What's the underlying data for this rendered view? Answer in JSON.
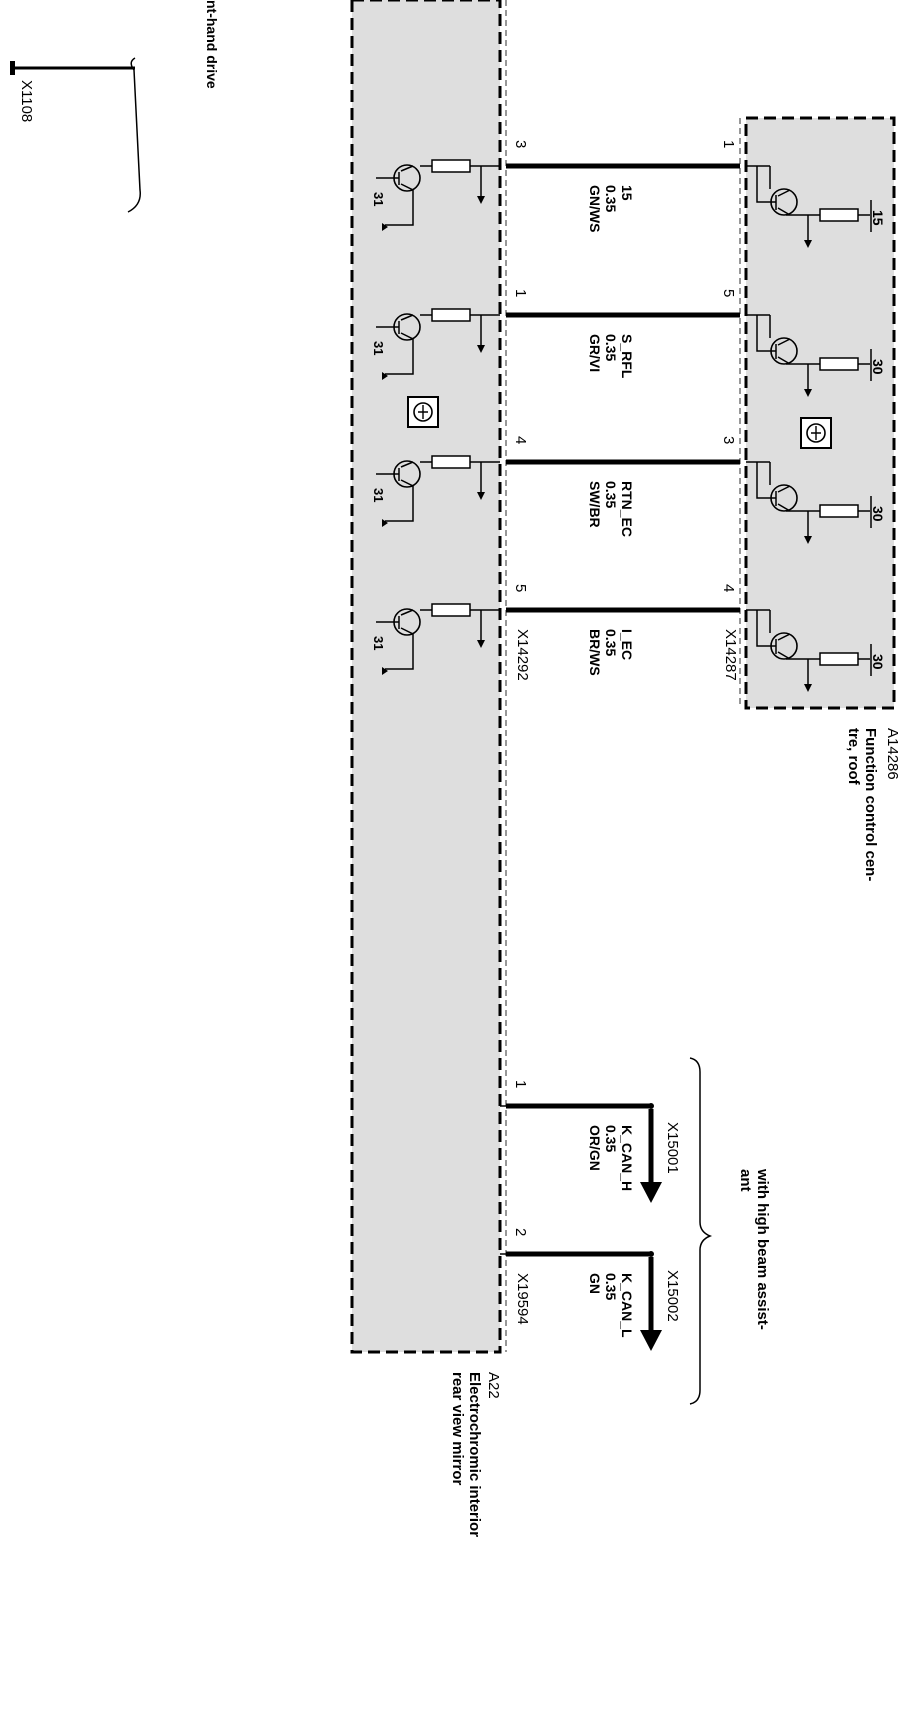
{
  "left_edge": {
    "drive_note": "nt-hand drive",
    "connector": "X1108"
  },
  "modules": {
    "mirror": {
      "id": "A22",
      "name": "Electrochromic interior rear view mirror"
    },
    "roof": {
      "id": "A14286",
      "name": "Function control centre, roof"
    }
  },
  "wires": [
    {
      "signal": "15",
      "size": "0.35",
      "color": "GN/WS",
      "pin_mirror": "3",
      "pin_roof": "1",
      "supply": "15",
      "ground": "31"
    },
    {
      "signal": "S_RFL",
      "size": "0.35",
      "color": "GR/VI",
      "pin_mirror": "1",
      "pin_roof": "5",
      "supply": "30",
      "ground": "31"
    },
    {
      "signal": "RTN_EC",
      "size": "0.35",
      "color": "SW/BR",
      "pin_mirror": "4",
      "pin_roof": "3",
      "supply": "30",
      "ground": "31"
    },
    {
      "signal": "I_EC",
      "size": "0.35",
      "color": "BR/WS",
      "pin_mirror": "5",
      "pin_roof": "4",
      "supply": "30",
      "ground": "31"
    }
  ],
  "connectors": {
    "mirror_side": "X14292",
    "roof_side": "X14287"
  },
  "option": {
    "label": "with high beam assistant",
    "wires": [
      {
        "signal": "K_CAN_H",
        "size": "0.35",
        "color": "OR/GN",
        "pin": "1",
        "connector": "X15001"
      },
      {
        "signal": "K_CAN_L",
        "size": "0.35",
        "color": "GN",
        "pin": "2",
        "connector": "X15002"
      }
    ],
    "mirror_connector": "X19594"
  },
  "icons": [
    "transistor-driver-icon",
    "resistor-icon",
    "ground-arrow-icon",
    "module-symbol-icon",
    "brace-icon"
  ]
}
